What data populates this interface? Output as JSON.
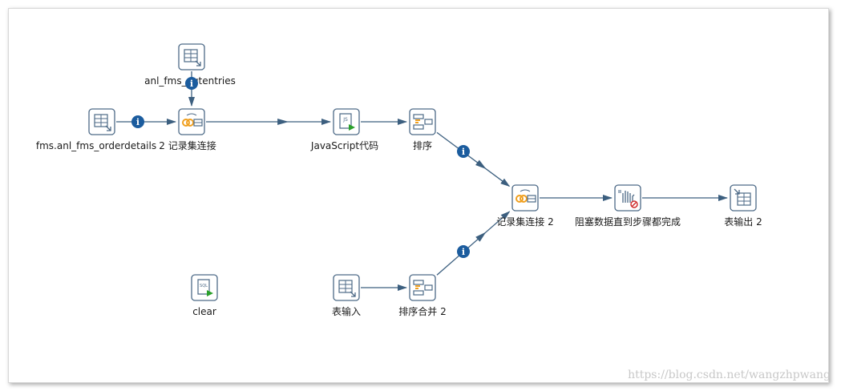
{
  "colors": {
    "hop": "#3c5f7f",
    "icon_border": "#4d6a87",
    "icon_bg": "#ffffff",
    "info_badge": "#1b5c9e",
    "merge_accent": "#f0a020",
    "run_accent": "#2aa02a",
    "block_accent": "#d03030"
  },
  "steps": [
    {
      "id": "outentries",
      "label": "anl_fms_outentries",
      "icon": "table-input-icon"
    },
    {
      "id": "orderdetails",
      "label": "fms.anl_fms_orderdetails",
      "icon": "table-input-icon"
    },
    {
      "id": "join2",
      "label": "2 记录集连接",
      "icon": "merge-join-icon"
    },
    {
      "id": "js",
      "label": "JavaScript代码",
      "icon": "javascript-icon"
    },
    {
      "id": "sort",
      "label": "排序",
      "icon": "sort-rows-icon"
    },
    {
      "id": "join_b",
      "label": "记录集连接 2",
      "icon": "merge-join-icon"
    },
    {
      "id": "block",
      "label": "阻塞数据直到步骤都完成",
      "icon": "blocking-step-icon"
    },
    {
      "id": "output2",
      "label": "表输出 2",
      "icon": "table-output-icon"
    },
    {
      "id": "clear",
      "label": "clear",
      "icon": "sql-script-icon"
    },
    {
      "id": "tableinput",
      "label": "表输入",
      "icon": "table-input-icon"
    },
    {
      "id": "sortmerge2",
      "label": "排序合并 2",
      "icon": "sort-merge-icon"
    }
  ],
  "hops": [
    {
      "from": "outentries",
      "to": "join2",
      "info": true
    },
    {
      "from": "orderdetails",
      "to": "join2",
      "info": true
    },
    {
      "from": "join2",
      "to": "js",
      "info": false
    },
    {
      "from": "js",
      "to": "sort",
      "info": false
    },
    {
      "from": "sort",
      "to": "join_b",
      "info": true
    },
    {
      "from": "sortmerge2",
      "to": "join_b",
      "info": true
    },
    {
      "from": "tableinput",
      "to": "sortmerge2",
      "info": false
    },
    {
      "from": "join_b",
      "to": "block",
      "info": false
    },
    {
      "from": "block",
      "to": "output2",
      "info": false
    }
  ],
  "watermark": "https://blog.csdn.net/wangzhpwang"
}
